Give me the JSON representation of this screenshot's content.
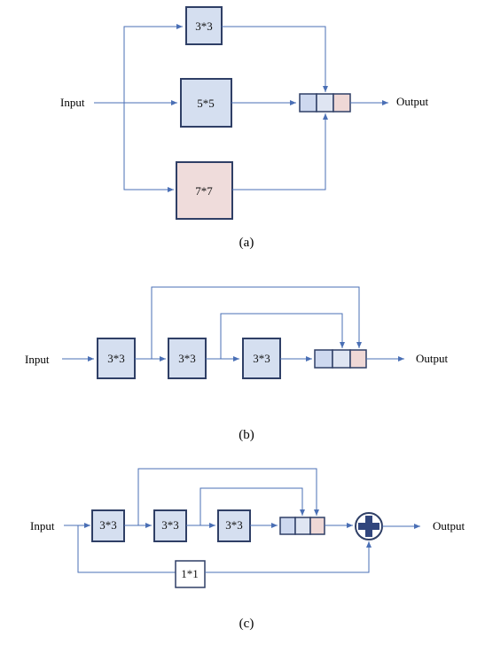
{
  "diagrams": {
    "a": {
      "caption": "(a)",
      "input_label": "Input",
      "output_label": "Output",
      "kernel_top": "3*3",
      "kernel_mid": "5*5",
      "kernel_bottom": "7*7"
    },
    "b": {
      "caption": "(b)",
      "input_label": "Input",
      "output_label": "Output",
      "kernel_1": "3*3",
      "kernel_2": "3*3",
      "kernel_3": "3*3"
    },
    "c": {
      "caption": "(c)",
      "input_label": "Input",
      "output_label": "Output",
      "kernel_1": "3*3",
      "kernel_2": "3*3",
      "kernel_3": "3*3",
      "shortcut_kernel": "1*1",
      "adder_icon": "plus-circle-icon"
    }
  },
  "colors": {
    "wire": "#4a6fb5",
    "box_fill": "#d5dff0",
    "box_fill_pink": "#efdcdb",
    "box_border": "#2f3f66"
  }
}
